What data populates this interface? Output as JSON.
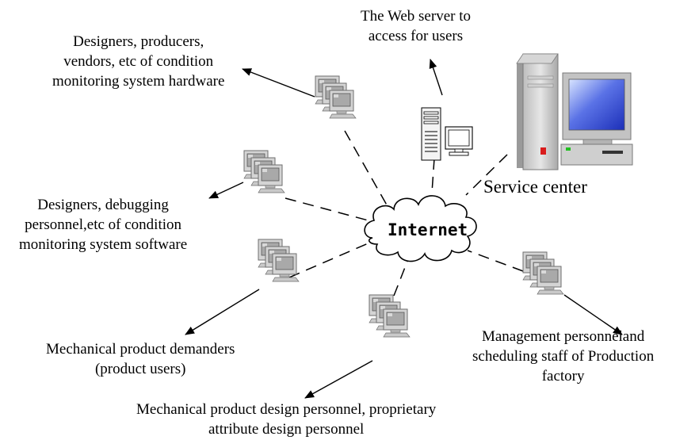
{
  "internet": {
    "label": "Internet"
  },
  "web_server": {
    "lines": [
      "The Web server to",
      "access for users"
    ]
  },
  "service_center": {
    "label": "Service center"
  },
  "hardware_group": {
    "lines": [
      "Designers, producers,",
      "vendors, etc of condition",
      "monitoring system hardware"
    ]
  },
  "software_group": {
    "lines": [
      "Designers, debugging",
      "personnel,etc of  condition",
      "monitoring system software"
    ]
  },
  "demanders_group": {
    "lines": [
      "Mechanical product demanders",
      "(product users)"
    ]
  },
  "design_group": {
    "lines": [
      "Mechanical product design personnel, proprietary",
      "attribute design personnel"
    ]
  },
  "management_group": {
    "lines": [
      "Management personneland",
      "scheduling staff of  Production",
      "factory"
    ]
  },
  "icons": [
    "workstation-icon",
    "server-icon",
    "monitor-icon",
    "desktop-computer-icon",
    "cloud-icon"
  ]
}
